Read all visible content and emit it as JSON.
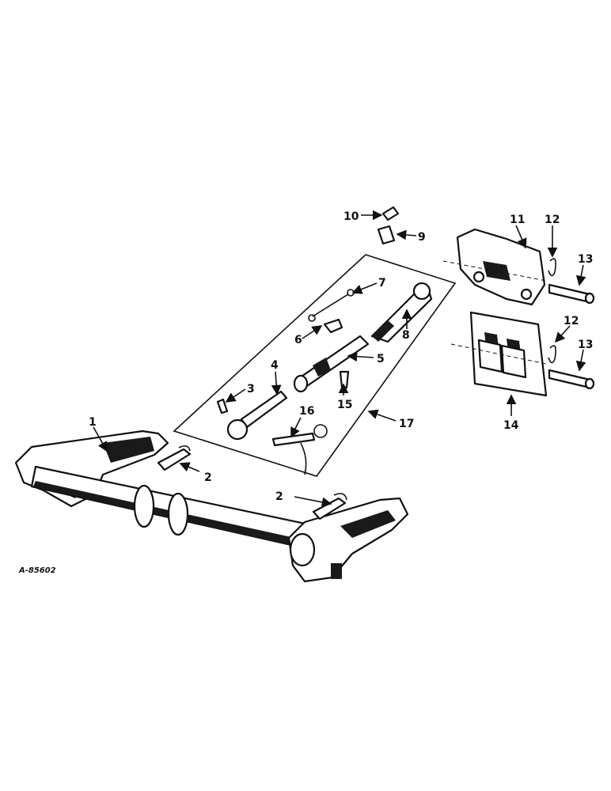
{
  "drawing_code": "A-85602",
  "callouts": [
    "1",
    "2",
    "2",
    "3",
    "4",
    "5",
    "6",
    "7",
    "8",
    "9",
    "10",
    "11",
    "12",
    "12",
    "13",
    "13",
    "14",
    "15",
    "16",
    "17"
  ]
}
